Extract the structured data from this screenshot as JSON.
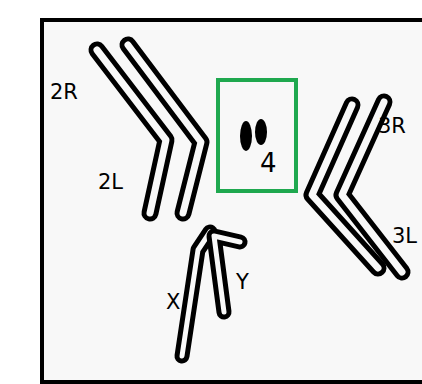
{
  "diagram": {
    "nodes": [
      {
        "text": [
          "4"
        ]
      }
    ],
    "labels": [
      "2R",
      "2L",
      "3R",
      "3L",
      "X",
      "Y"
    ]
  }
}
